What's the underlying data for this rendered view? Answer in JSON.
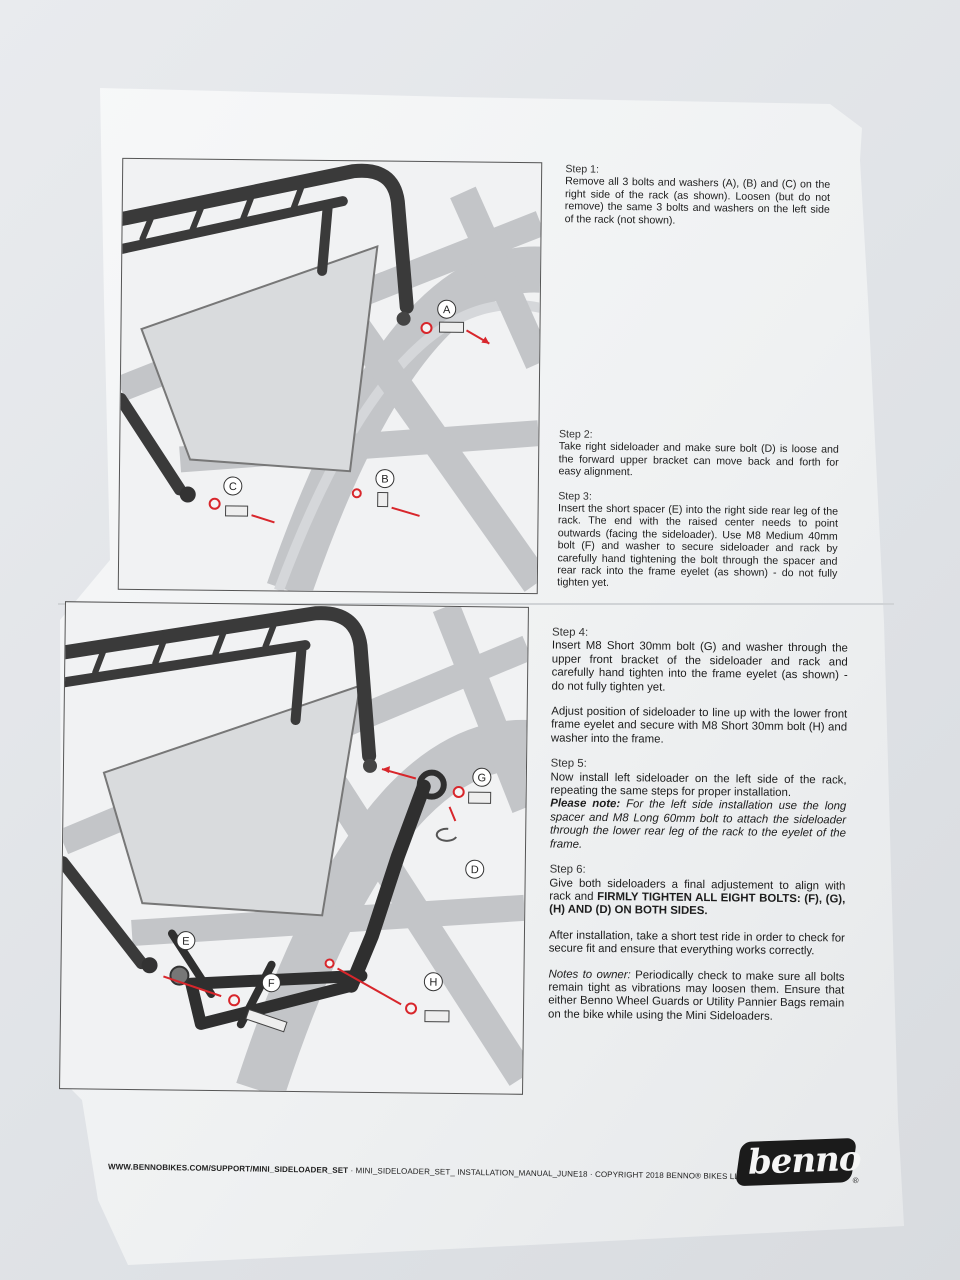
{
  "steps": {
    "step1": {
      "title": "Step 1:",
      "body": "Remove all 3 bolts and washers (A), (B) and (C) on the right side of the rack (as shown). Loosen (but do not remove) the same 3 bolts and washers on the left side of the rack (not shown)."
    },
    "step2": {
      "title": "Step 2:",
      "body": "Take right sideloader and make sure bolt (D) is loose and the forward upper bracket can move back and forth for easy alignment."
    },
    "step3": {
      "title": "Step 3:",
      "body": "Insert the short spacer (E) into the right side rear leg of the rack. The end with the raised center needs to point outwards (facing the sideloader). Use M8 Medium 40mm bolt (F) and washer to secure sideloader and rack by carefully hand tightening the bolt through the spacer and rear rack into the frame eyelet (as shown) - do not fully tighten yet."
    },
    "step4": {
      "title": "Step 4:",
      "body": "Insert M8 Short 30mm bolt (G) and washer through the upper front bracket of the sideloader and rack and carefully hand tighten into the frame eyelet (as shown) - do not fully tighten yet.",
      "body2": "Adjust position of sideloader to line up with the lower front frame eyelet and secure with M8 Short 30mm bolt (H) and washer into the frame."
    },
    "step5": {
      "title": "Step 5:",
      "body": "Now install left sideloader on the left side of the rack, repeating the same steps for proper installation.",
      "note_label": "Please note:",
      "note_body": "For the left side installation use the long spacer and M8 Long 60mm bolt to attach the sideloader through the lower rear leg of the rack to the eyelet of the frame."
    },
    "step6": {
      "title": "Step 6:",
      "body": "Give both sideloaders a final adjustement to align with rack and",
      "bold": "FIRMLY TIGHTEN ALL EIGHT BOLTS: (F), (G), (H) AND (D) ON BOTH SIDES.",
      "after": "After installation, take a short test ride in order to check for secure fit and ensure that everything works correctly."
    },
    "notes": {
      "label": "Notes to owner:",
      "body": "Periodically check to make sure all bolts remain tight as vibrations may loosen them. Ensure that either Benno Wheel Guards or Utility Pannier Bags remain on the bike while using the Mini Sideloaders."
    }
  },
  "callouts": {
    "fig1": [
      "A",
      "B",
      "C"
    ],
    "fig2": [
      "G",
      "D",
      "E",
      "F",
      "H"
    ]
  },
  "footer": {
    "url": "WWW.BENNOBIKES.COM/SUPPORT/MINI_SIDELOADER_SET",
    "rest": " · MINI_SIDELOADER_SET_ INSTALLATION_MANUAL_JUNE18 · COPYRIGHT 2018 BENNO® BIKES LLC"
  },
  "logo": {
    "word": "benno",
    "reg": "®"
  },
  "colors": {
    "paper": "#f4f5f6",
    "ink": "#1c1c1c",
    "arrow": "#d8262b"
  }
}
